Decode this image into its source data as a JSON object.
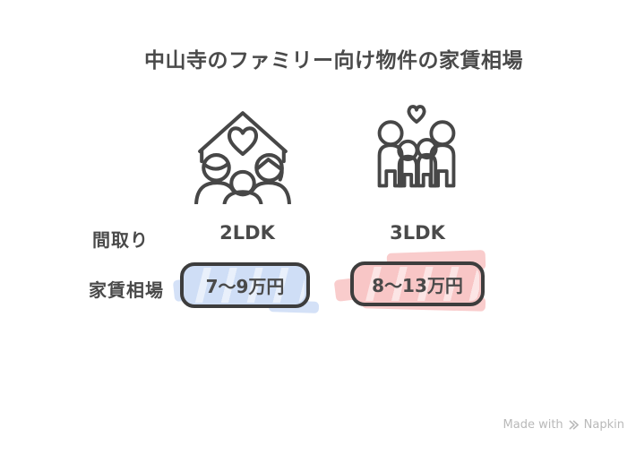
{
  "title": "中山寺のファミリー向け物件の家賃相場",
  "table": {
    "row_labels": {
      "layout": "間取り",
      "rent": "家賃相場"
    },
    "columns": [
      {
        "icon": "house-with-family-icon",
        "layout": "2LDK",
        "rent": "7〜9万円",
        "highlight": "blue",
        "highlight_color": "#cfdef6"
      },
      {
        "icon": "family-with-heart-icon",
        "layout": "3LDK",
        "rent": "8〜13万円",
        "highlight": "pink",
        "highlight_color": "#f8c6c6"
      }
    ]
  },
  "watermark": {
    "text": "Made with",
    "brand": "Napkin",
    "logo": "napkin-logo-icon"
  },
  "colors": {
    "background": "#ffffff",
    "text": "#4a4a4a",
    "box_border": "#3d3d3d",
    "icon_stroke": "#474747",
    "watermark": "#b9b9b9"
  }
}
